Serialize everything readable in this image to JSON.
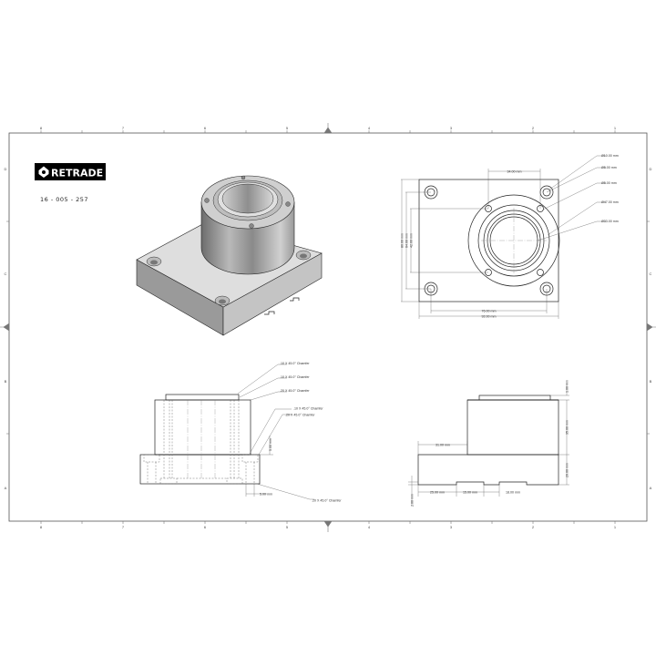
{
  "logo": {
    "text": "RETRADE",
    "bg_color": "#000000"
  },
  "part_number": "16 - 005 - 257",
  "border": {
    "column_labels": [
      "8",
      "7",
      "6",
      "5",
      "4",
      "3",
      "2",
      "1"
    ],
    "row_labels": [
      "D",
      "C",
      "B",
      "A"
    ]
  },
  "top_view": {
    "callouts": [
      "Ø10.00 mm",
      "Ø5.00 mm",
      "Ø5.00 mm",
      "Ø47.00 mm",
      "Ø33.00 mm"
    ],
    "dim_top": "34.00 mm",
    "dim_vertical": [
      "80.00 mm",
      "64.00 mm",
      "42.00 mm"
    ],
    "dim_bottom": [
      "76.00 mm",
      "92.00 mm"
    ]
  },
  "front_view": {
    "chamfers_top": [
      ".10 X 45.0° Chamfer",
      ".10 X 45.0° Chamfer",
      ".20 X 45.0° Chamfer"
    ],
    "chamfers_mid": [
      ".10 X 45.0° Chamfer",
      ".20 X 45.0° Chamfer"
    ],
    "dim_height": "5.00 mm",
    "dim_width": "5.00 mm",
    "chamfer_bottom": ".20 X 45.0° Chamfer"
  },
  "side_view": {
    "dim_lip": "1.00 mm",
    "dim_body": "35.00 mm",
    "dim_base": "20.00 mm",
    "dim_offset": "31.00 mm",
    "dim_slots": [
      "25.00 mm",
      "15.00 mm",
      "18.00 mm"
    ],
    "dim_slot_depth": "2.00 mm"
  }
}
